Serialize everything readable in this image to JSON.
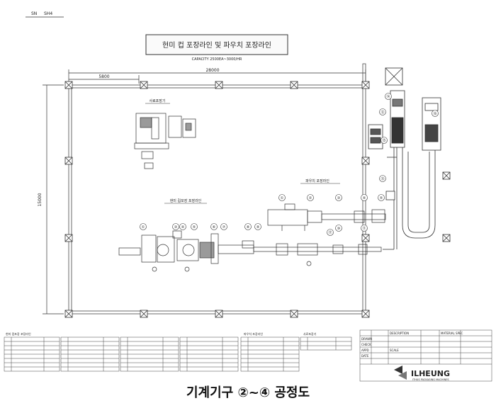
{
  "header": {
    "corner_no": "SN",
    "corner_rev": "SH4",
    "title": "현미 컵 포장라인 및 파우치 포장라인",
    "capacity": "CAPACITY 2500EA~3000/HR"
  },
  "dimensions": {
    "width_total": "28000",
    "width_left": "5800",
    "height_total": "15000"
  },
  "labels": {
    "room_a": "사료포장기",
    "room_b": "파우치 포장라인",
    "room_c": "현미 컵포장 포장라인"
  },
  "callouts": [
    "①",
    "②",
    "③",
    "④",
    "⑤",
    "⑥",
    "⑦",
    "⑧",
    "⑨",
    "⑩",
    "⑪",
    "⑫",
    "⑬",
    "⑭",
    "⑮",
    "⑯",
    "⑰"
  ],
  "parts_lists": [
    {
      "title": "현미 컵포장 포장라인"
    },
    {
      "title": "파우치 포장라인"
    },
    {
      "title": "사료포장기"
    }
  ],
  "title_block": {
    "description": "DESCRIPTION",
    "material": "MATERIAL SPEC",
    "drawn": "DRAWN",
    "check": "CHECK",
    "appd": "APPD",
    "date": "DATE",
    "scale": "SCALE",
    "company": "ILHEUNG",
    "company_sub": "ITHUS PACKAGING MACHINES"
  },
  "caption": "기계기구 ②~④ 공정도",
  "colors": {
    "line": "#3a3a3a",
    "paper": "#ffffff"
  }
}
